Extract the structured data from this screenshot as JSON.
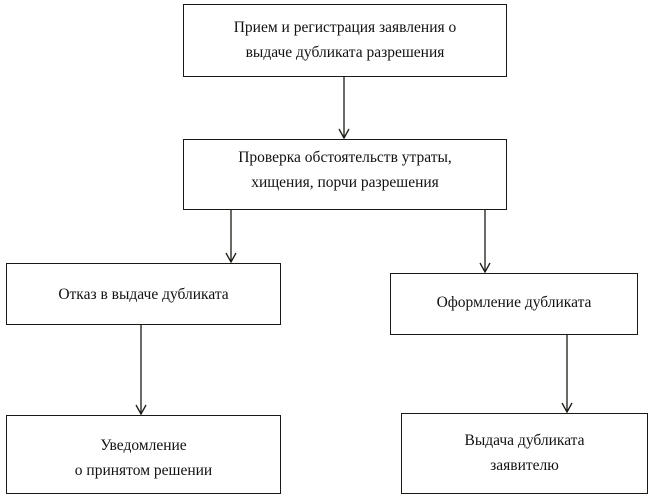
{
  "diagram": {
    "type": "flowchart",
    "nodes": [
      {
        "id": "n1",
        "label": "Прием и регистрация заявления о\nвыдаче дубликата разрешения"
      },
      {
        "id": "n2",
        "label": "Проверка обстоятельств утраты,\nхищения, порчи разрешения"
      },
      {
        "id": "n3",
        "label": "Отказ в выдаче дубликата"
      },
      {
        "id": "n4",
        "label": "Оформление дубликата"
      },
      {
        "id": "n5",
        "label": "Уведомление\nо принятом решении"
      },
      {
        "id": "n6",
        "label": "Выдача дубликата\nзаявителю"
      }
    ],
    "edges": [
      {
        "from": "n1",
        "to": "n2"
      },
      {
        "from": "n2",
        "to": "n3"
      },
      {
        "from": "n2",
        "to": "n4"
      },
      {
        "from": "n3",
        "to": "n5"
      },
      {
        "from": "n4",
        "to": "n6"
      }
    ]
  }
}
